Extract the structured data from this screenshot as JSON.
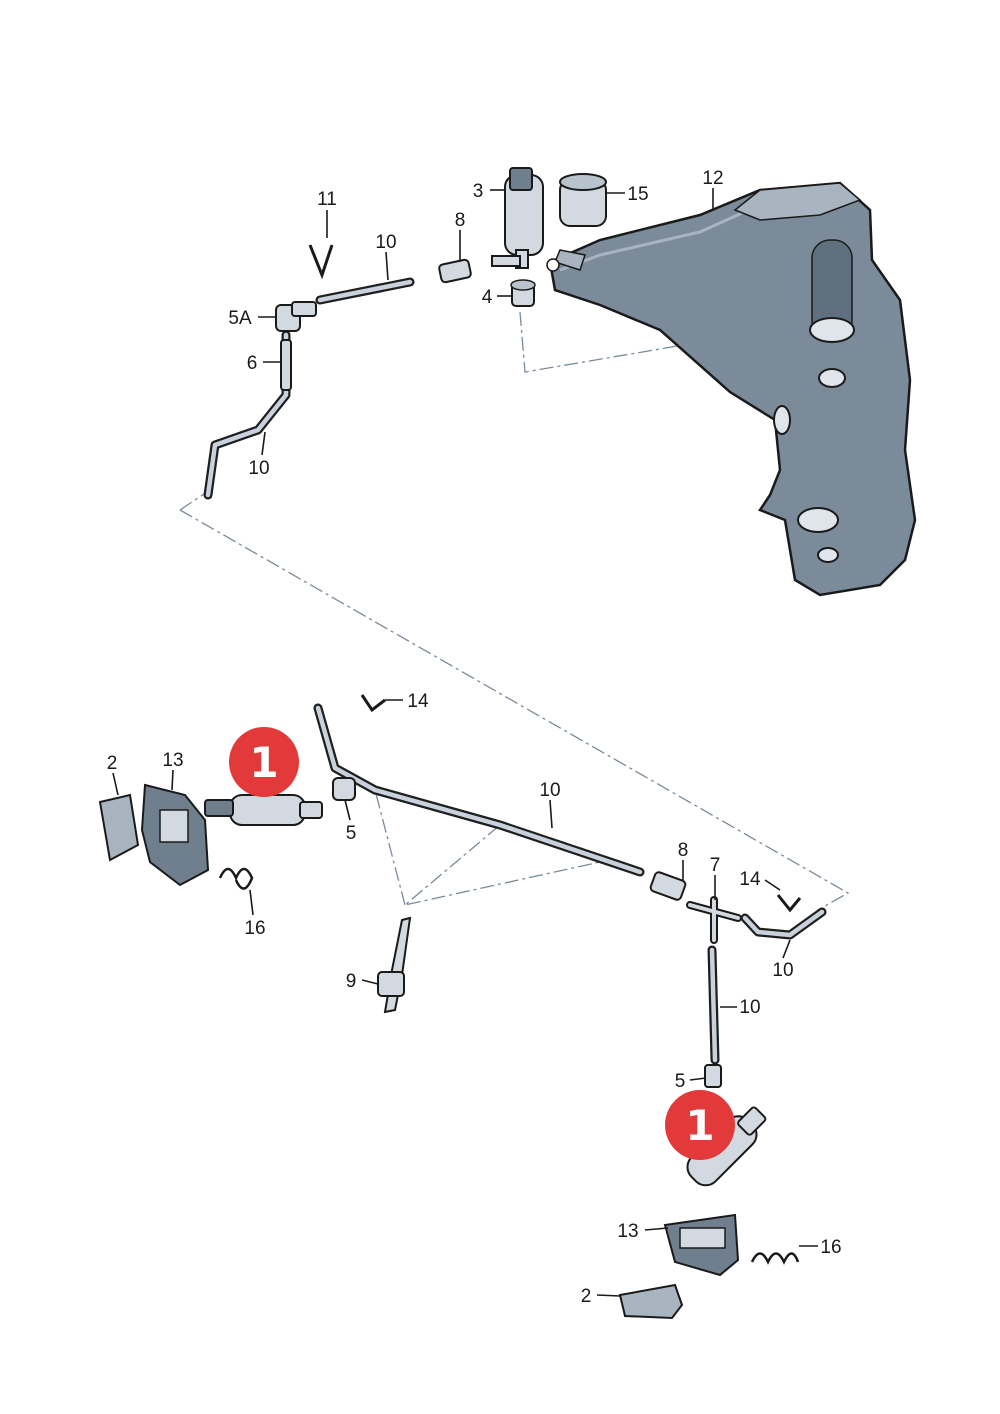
{
  "callouts": [
    {
      "id": "c-11",
      "text": "11"
    },
    {
      "id": "c-10a",
      "text": "10"
    },
    {
      "id": "c-8a",
      "text": "8"
    },
    {
      "id": "c-3",
      "text": "3"
    },
    {
      "id": "c-15",
      "text": "15"
    },
    {
      "id": "c-12",
      "text": "12"
    },
    {
      "id": "c-5A",
      "text": "5A"
    },
    {
      "id": "c-4",
      "text": "4"
    },
    {
      "id": "c-6",
      "text": "6"
    },
    {
      "id": "c-10b",
      "text": "10"
    },
    {
      "id": "c-14a",
      "text": "14"
    },
    {
      "id": "c-2a",
      "text": "2"
    },
    {
      "id": "c-13a",
      "text": "13"
    },
    {
      "id": "c-5a",
      "text": "5"
    },
    {
      "id": "c-10c",
      "text": "10"
    },
    {
      "id": "c-16a",
      "text": "16"
    },
    {
      "id": "c-8b",
      "text": "8"
    },
    {
      "id": "c-7",
      "text": "7"
    },
    {
      "id": "c-14b",
      "text": "14"
    },
    {
      "id": "c-9",
      "text": "9"
    },
    {
      "id": "c-10d",
      "text": "10"
    },
    {
      "id": "c-10e",
      "text": "10"
    },
    {
      "id": "c-5b",
      "text": "5"
    },
    {
      "id": "c-13b",
      "text": "13"
    },
    {
      "id": "c-16b",
      "text": "16"
    },
    {
      "id": "c-2b",
      "text": "2"
    }
  ],
  "badges": [
    {
      "id": "badge-left",
      "text": "1"
    },
    {
      "id": "badge-right",
      "text": "1"
    }
  ],
  "colors": {
    "badge": "#e23a3a",
    "reservoir": "#7b8b9a"
  }
}
